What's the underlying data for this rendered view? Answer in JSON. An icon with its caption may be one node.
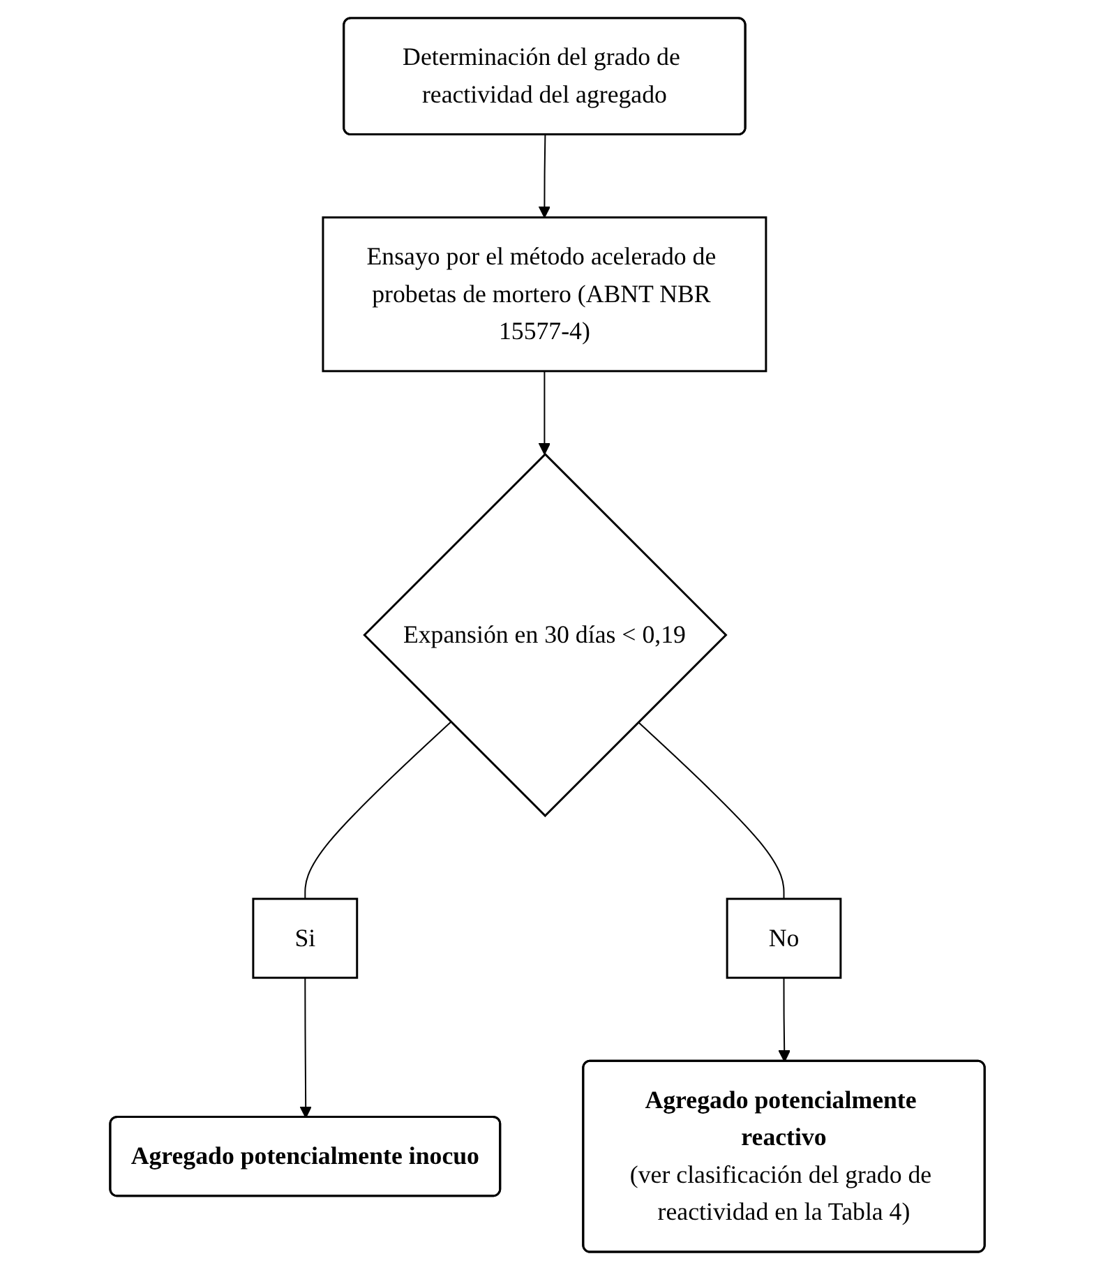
{
  "diagram": {
    "nodes": [
      {
        "text": [
          "Determinación del grado de reactividad del agregado"
        ]
      },
      {
        "text": [
          "Ensayo por el método acelerado de probetas de mortero (ABNT NBR 15577-4)"
        ]
      },
      {
        "text": [
          "Expansión en 30 días < 0,19"
        ]
      },
      {
        "text": [
          "Si"
        ]
      },
      {
        "text": [
          "No"
        ]
      },
      {
        "text": [
          "Agregado potencialmente inocuo"
        ]
      },
      {
        "text": [
          "Agregado potencialmente reactivo",
          "(ver clasificación del grado de reactividad en la Tabla 4)"
        ]
      }
    ],
    "edges": [
      {
        "from": 0,
        "to": 1,
        "arrow": "to"
      },
      {
        "from": 1,
        "to": 2,
        "arrow": "to"
      },
      {
        "from": 2,
        "to": 3,
        "arrow": "none"
      },
      {
        "from": 2,
        "to": 4,
        "arrow": "none"
      },
      {
        "from": 3,
        "to": 5,
        "arrow": "to"
      },
      {
        "from": 4,
        "to": 6,
        "arrow": "to"
      }
    ]
  }
}
